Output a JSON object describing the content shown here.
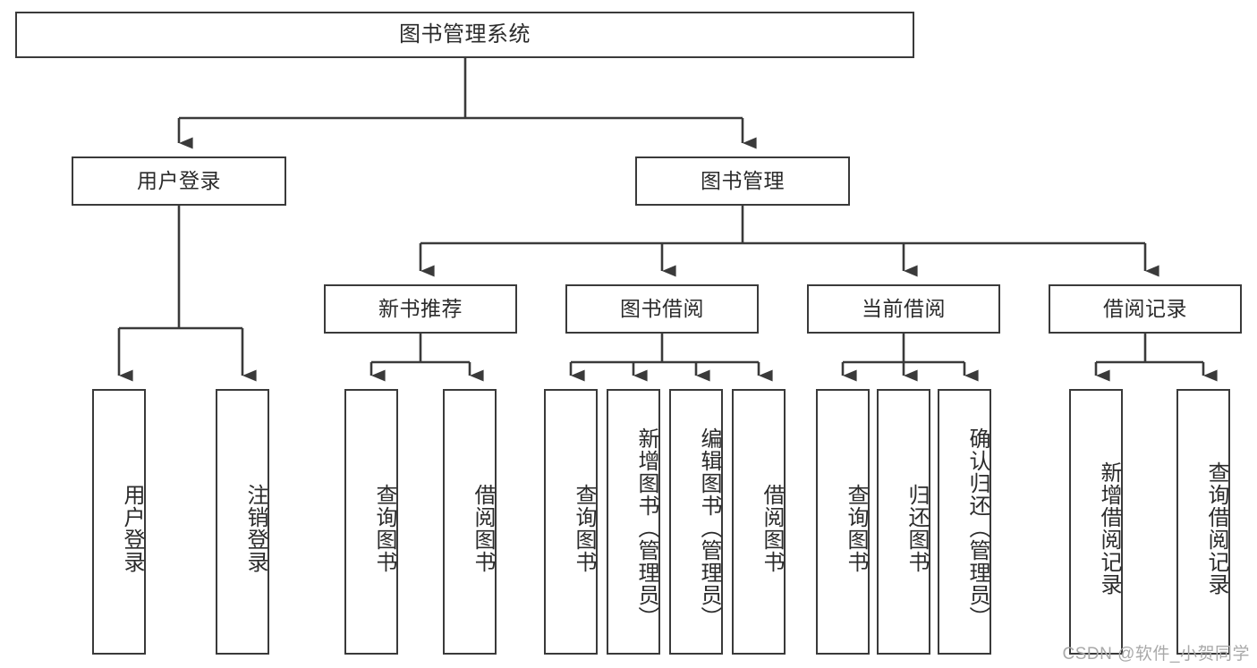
{
  "diagram": {
    "title": "图书管理系统",
    "type": "functional-structure-tree",
    "stroke_color": "#3a3a3a",
    "text_color": "#2b2b2b",
    "background_color": "#ffffff"
  },
  "root": {
    "label": "图书管理系统"
  },
  "level2": [
    {
      "label": "用户登录"
    },
    {
      "label": "图书管理"
    }
  ],
  "level3": [
    {
      "label": "新书推荐"
    },
    {
      "label": "图书借阅"
    },
    {
      "label": "当前借阅"
    },
    {
      "label": "借阅记录"
    }
  ],
  "leaves": {
    "user_login": [
      {
        "label": "用户登录"
      },
      {
        "label": "注销登录"
      }
    ],
    "new_book_recommend": [
      {
        "label": "查询图书"
      },
      {
        "label": "借阅图书"
      }
    ],
    "book_borrow": [
      {
        "label": "查询图书"
      },
      {
        "label": "新增图书（管理员）"
      },
      {
        "label": "编辑图书（管理员）"
      },
      {
        "label": "借阅图书"
      }
    ],
    "current_borrow": [
      {
        "label": "查询图书"
      },
      {
        "label": "归还图书"
      },
      {
        "label": "确认归还（管理员）"
      }
    ],
    "borrow_records": [
      {
        "label": "新增借阅记录"
      },
      {
        "label": "查询借阅记录"
      }
    ]
  },
  "watermark": {
    "text": "CSDN @软件_小贺同学"
  }
}
